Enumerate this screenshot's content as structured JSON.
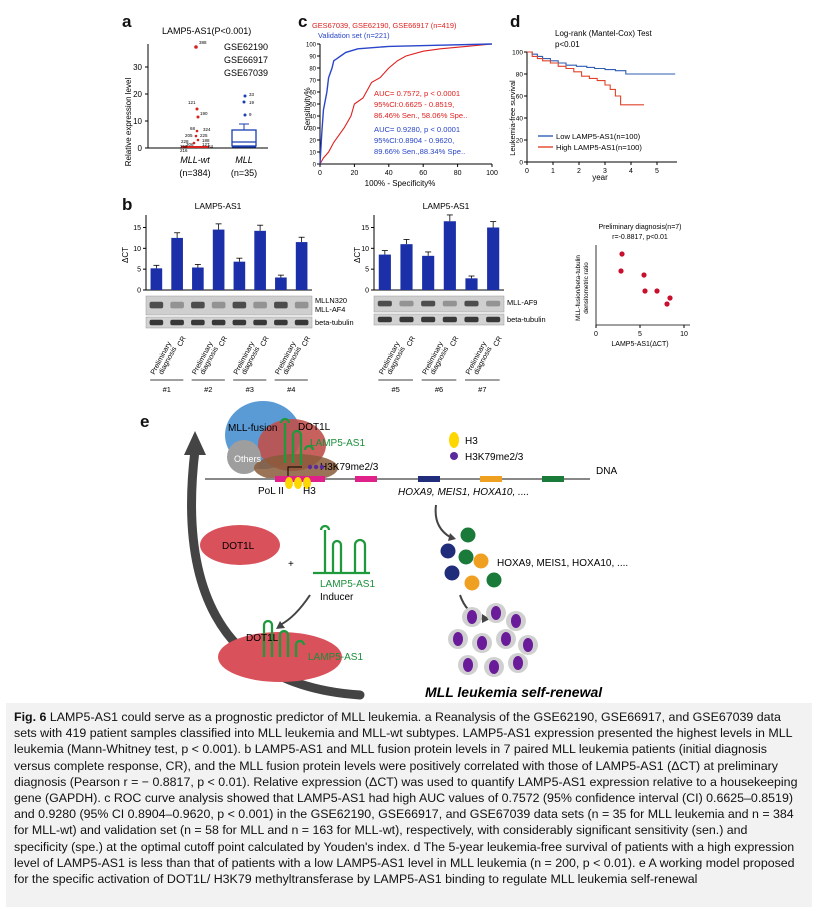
{
  "panel_letters": {
    "a": "a",
    "b": "b",
    "c": "c",
    "d": "d",
    "e": "e"
  },
  "panel_a": {
    "title": "LAMP5-AS1(P<0.001)",
    "datasets": [
      "GSE62190",
      "GSE66917",
      "GSE67039"
    ],
    "ylabel": "Relative expression level",
    "y_ticks": [
      "0",
      "10",
      "20",
      "30"
    ],
    "group1_line1": "MLL-wt",
    "group1_line2": "(n=384)",
    "group2_line1": "MLL",
    "group2_line2": "(n=35)",
    "group1_outlier_labels": [
      "388",
      "121",
      "190",
      "68",
      "324",
      "205",
      "225",
      "188",
      "228",
      "127",
      "256",
      "306",
      "84",
      "216"
    ],
    "group2_outlier_labels": [
      "33",
      "19",
      "9"
    ]
  },
  "panel_c": {
    "legend1": "GES67039, GSE62190, GSE66917 (n=419)",
    "legend2": "Validation set (n=221)",
    "ylabel": "Sensitivity%",
    "xlabel": "100% - Specificity%",
    "x_ticks": [
      "0",
      "20",
      "40",
      "60",
      "80",
      "100"
    ],
    "y_ticks": [
      "0",
      "10",
      "20",
      "30",
      "40",
      "50",
      "60",
      "70",
      "80",
      "90",
      "100"
    ],
    "red_stats": [
      "AUC= 0.7572, p < 0.0001",
      "95%CI:0.6625 - 0.8519,",
      "86.46% Sen., 58.06% Spe.."
    ],
    "blue_stats": [
      "AUC= 0.9280, p < 0.0001",
      "95%CI:0.8904 - 0.9620,",
      "89.66% Sen.,88.34% Spe.."
    ],
    "colors": {
      "red": "#e02020",
      "blue": "#2a46c8"
    }
  },
  "panel_d": {
    "title": "Log-rank (Mantel-Cox) Test",
    "pvalue": "p<0.01",
    "ylabel": "Leukemia-free survival",
    "xlabel": "year",
    "x_ticks": [
      "0",
      "1",
      "2",
      "3",
      "4",
      "5"
    ],
    "y_ticks": [
      "0",
      "20",
      "40",
      "60",
      "80",
      "100"
    ],
    "legend_low": "Low LAMP5-AS1(n=100)",
    "legend_high": "High LAMP5-AS1(n=100)",
    "colors": {
      "low": "#2e5fb5",
      "high": "#e0432a"
    }
  },
  "panel_b": {
    "left_title": "LAMP5-AS1",
    "right_title": "LAMP5-AS1",
    "ylabel": "ΔCT",
    "y_ticks": [
      "0",
      "5",
      "10",
      "15"
    ],
    "left_band_labels": [
      "MLLN320",
      "MLL-AF4",
      "beta-tubulin"
    ],
    "right_band_labels": [
      "MLL-AF9",
      "beta-tubulin"
    ],
    "lane_labels": [
      "Preliminary diagnosis",
      "CR"
    ],
    "left_patients": [
      "#1",
      "#2",
      "#3",
      "#4"
    ],
    "right_patients": [
      "#5",
      "#6",
      "#7"
    ],
    "left_values": [
      5.2,
      12.5,
      5.4,
      14.5,
      6.8,
      14.2,
      3.0,
      11.5
    ],
    "right_values": [
      8.5,
      11.0,
      8.2,
      16.5,
      2.8,
      15.0
    ],
    "bar_color": "#1a2fa8",
    "scatter_title": "Preliminary diagnosis(n=7)",
    "scatter_stats": "r=-0.8817, p<0.01",
    "scatter_ylabel_1": "MLL-fusion/beta-tubulin",
    "scatter_ylabel_2": "densitometric ratio",
    "scatter_xlabel": "LAMP5-AS1(ΔCT)",
    "scatter_x_ticks": [
      "0",
      "5",
      "10"
    ]
  },
  "panel_e": {
    "mll_fusion": "MLL-fusion",
    "others": "Others",
    "dot1l": "DOT1L",
    "lamp5": "LAMP5-AS1",
    "h3k": "H3K79me2/3",
    "dna": "DNA",
    "pol": "PoL II",
    "h3": "H3",
    "legend_h3": "H3",
    "legend_h3k": "H3K79me2/3",
    "genes_italic": "HOXA9, MEIS1, HOXA10, ....",
    "genes_plain": "HOXA9, MEIS1, HOXA10, ....",
    "plus": "+",
    "inducer": "Inducer",
    "dot1l_bottom": "DOT1L",
    "lamp5_bottom": "LAMP5-AS1",
    "self_renewal": "MLL leukemia self-renewal"
  },
  "caption": {
    "fig_label": "Fig. 6",
    "title": "LAMP5-AS1 could serve as a prognostic predictor of MLL leukemia.",
    "text": "a Reanalysis of the GSE62190, GSE66917, and GSE67039 data sets with 419 patient samples classified into MLL leukemia and MLL-wt subtypes. LAMP5-AS1 expression presented the highest levels in MLL leukemia (Mann-Whitney test, p < 0.001). b LAMP5-AS1 and MLL fusion protein levels in 7 paired MLL leukemia patients (initial diagnosis versus complete response, CR), and the MLL fusion protein levels were positively correlated with those of LAMP5-AS1 (ΔCT) at preliminary diagnosis (Pearson r = − 0.8817, p < 0.01). Relative expression (ΔCT) was used to quantify LAMP5-AS1 expression relative to a housekeeping gene (GAPDH). c ROC curve analysis showed that LAMP5-AS1 had high AUC values of 0.7572 (95% confidence interval (CI) 0.6625–0.8519) and 0.9280 (95% CI 0.8904–0.9620, p < 0.001) in the GSE62190, GSE66917, and GSE67039 data sets (n = 35 for MLL leukemia and n = 384 for MLL-wt) and validation set (n = 58 for MLL and n = 163 for MLL-wt), respectively, with considerably significant sensitivity (sen.) and specificity (spe.) at the optimal cutoff point calculated by Youden's index. d The 5-year leukemia-free survival of patients with a high expression level of LAMP5-AS1 is less than that of patients with a low LAMP5-AS1 level in MLL leukemia (n = 200, p < 0.01). e A working model proposed for the specific activation of DOT1L/ H3K79 methyltransferase by LAMP5-AS1 binding to regulate MLL leukemia self-renewal"
  }
}
